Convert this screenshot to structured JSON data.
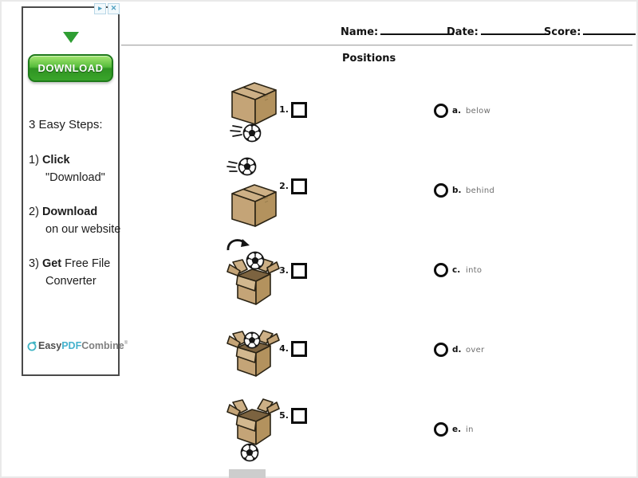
{
  "ad": {
    "adchoices_label": "▸",
    "close_label": "✕",
    "download_label": "DOWNLOAD",
    "steps_title": "3 Easy Steps:",
    "step1_num": "1)",
    "step1_action": "Click",
    "step1_tail": "",
    "step1_detail": "\"Download\"",
    "step2_num": "2)",
    "step2_action": "Download",
    "step2_tail": "",
    "step2_detail": "on our website",
    "step3_num": "3)",
    "step3_action": "Get",
    "step3_tail": " Free File",
    "step3_detail": "Converter",
    "logo_easy": "Easy",
    "logo_pdf": "PDF",
    "logo_combine": "Combine",
    "logo_mark": "®"
  },
  "header": {
    "name_label": "Name:",
    "date_label": "Date:",
    "score_label": "Score:"
  },
  "worksheet": {
    "title": "Positions",
    "questions": [
      {
        "number": "1.",
        "image": "soccer-ball-below-closed-box"
      },
      {
        "number": "2.",
        "image": "soccer-ball-behind-closed-box"
      },
      {
        "number": "3.",
        "image": "soccer-ball-into-open-box"
      },
      {
        "number": "4.",
        "image": "soccer-ball-in-open-box-opening"
      },
      {
        "number": "5.",
        "image": "soccer-ball-under-open-box"
      }
    ],
    "options": [
      {
        "letter": "a.",
        "text": "below"
      },
      {
        "letter": "b.",
        "text": "behind"
      },
      {
        "letter": "c.",
        "text": "into"
      },
      {
        "letter": "d.",
        "text": "over"
      },
      {
        "letter": "e.",
        "text": "in"
      }
    ]
  },
  "colors": {
    "accent_green": "#2f9e33",
    "box_tan": "#c4a477",
    "logo_teal": "#46b2cd"
  }
}
